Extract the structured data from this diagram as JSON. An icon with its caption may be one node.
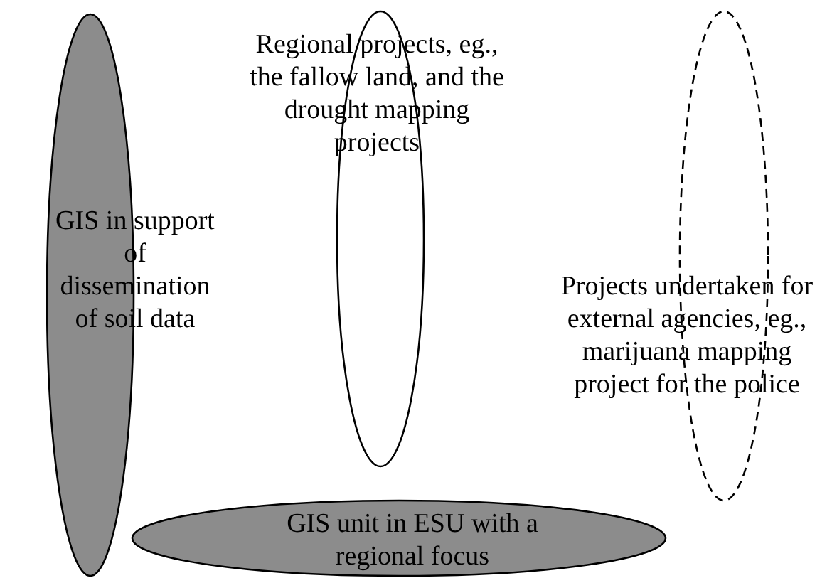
{
  "diagram": {
    "nodes": [
      {
        "text": [
          "Regional projects, eg., the fallow land, and the drought mapping projects"
        ]
      },
      {
        "text": [
          "GIS in support of dissemination of soil data"
        ]
      },
      {
        "text": [
          "Projects undertaken for external agencies, eg., marijuana mapping project for the police"
        ]
      },
      {
        "text": [
          "GIS unit in ESU with a regional focus"
        ]
      }
    ]
  }
}
